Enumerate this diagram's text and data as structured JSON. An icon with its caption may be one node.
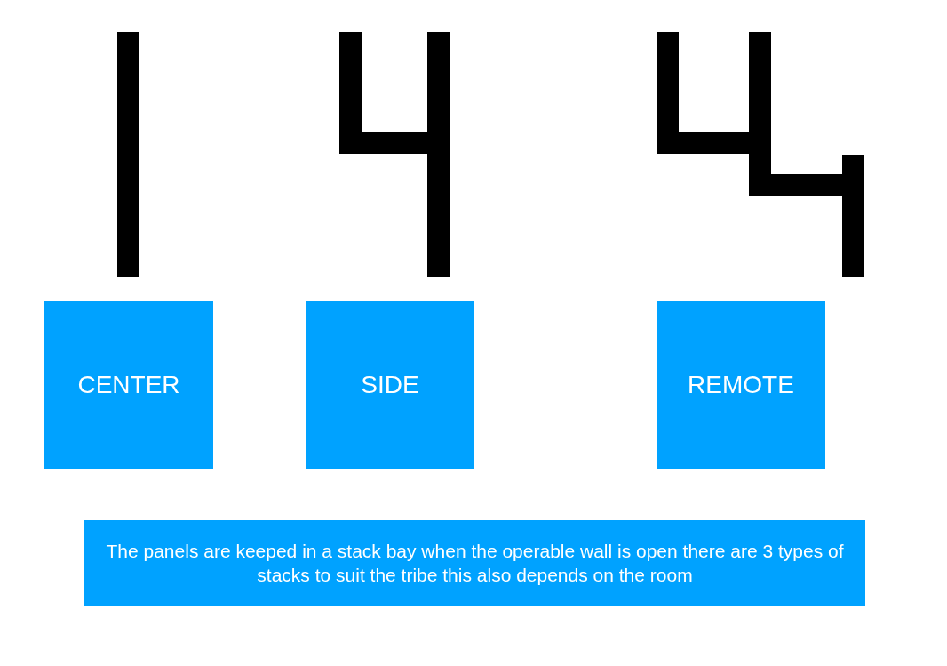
{
  "diagram": {
    "nodes": [
      {
        "text": [
          "CENTER"
        ]
      },
      {
        "text": [
          "SIDE"
        ]
      },
      {
        "text": [
          "REMOTE"
        ]
      },
      {
        "text": [
          "The panels are keeped in a stack bay when the operable wall is open there are 3 types of stacks to suit the tribe this also depends on the room"
        ]
      }
    ],
    "edges": []
  }
}
